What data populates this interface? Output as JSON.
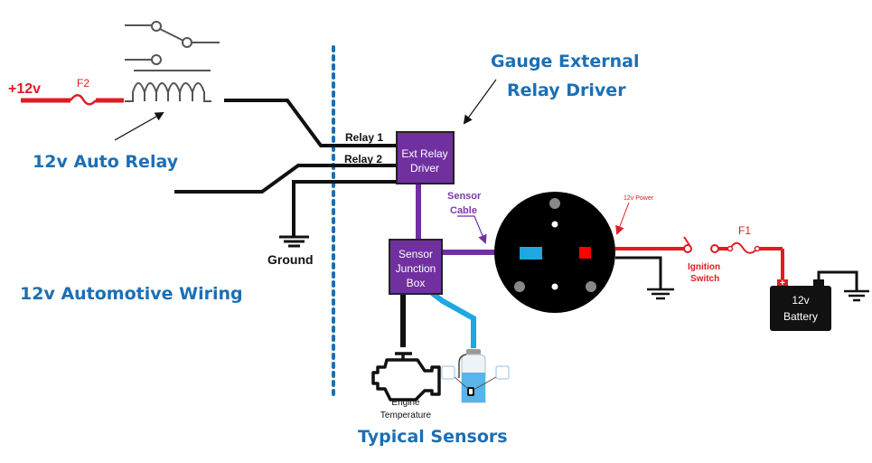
{
  "diagram": {
    "title_left_region": "12v Automotive Wiring",
    "callouts": {
      "auto_relay": "12v Auto Relay",
      "ext_relay_driver_line1": "Gauge External",
      "ext_relay_driver_line2": "Relay Driver",
      "typical_sensors": "Typical Sensors"
    },
    "labels": {
      "plus12v": "+12v",
      "fuse_f2": "F2",
      "fuse_f1": "F1",
      "relay1": "Relay 1",
      "relay2": "Relay 2",
      "ground": "Ground",
      "sensor_cable_line1": "Sensor",
      "sensor_cable_line2": "Cable",
      "power_12v": "12v Power",
      "ignition_line1": "Ignition",
      "ignition_line2": "Switch",
      "engine_temp_line1": "Engine",
      "engine_temp_line2": "Temperature"
    },
    "boxes": {
      "ext_relay_driver_line1": "Ext Relay",
      "ext_relay_driver_line2": "Driver",
      "junction_line1": "Sensor",
      "junction_line2": "Junction",
      "junction_line3": "Box",
      "battery_line1": "12v",
      "battery_line2": "Battery"
    },
    "colors": {
      "title_blue": "#1b6fb5",
      "power_red": "#e01b24",
      "driver_purple": "#7030a0",
      "sensor_cyan": "#1ea7e0",
      "wire_black": "#111111"
    }
  }
}
